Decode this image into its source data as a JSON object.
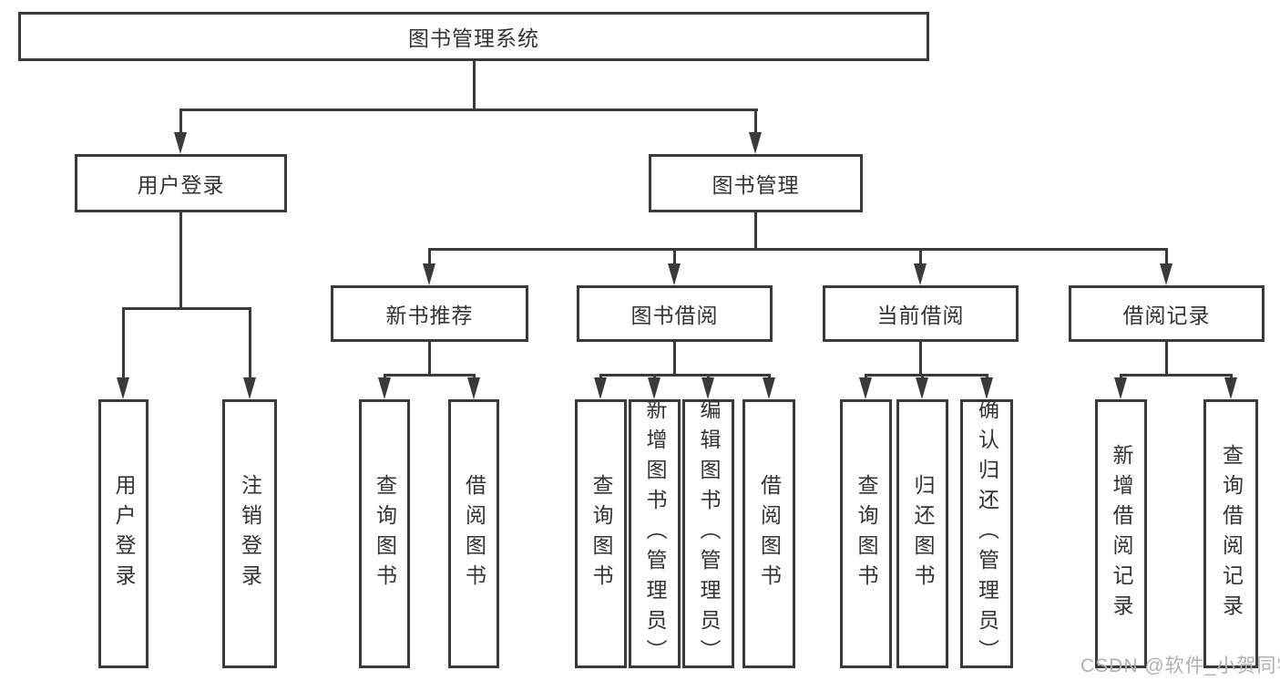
{
  "diagram": {
    "root": {
      "label": "图书管理系统"
    },
    "user_login": {
      "label": "用户登录",
      "children": [
        {
          "label": "用户登录"
        },
        {
          "label": "注销登录"
        }
      ]
    },
    "book_management": {
      "label": "图书管理",
      "sections": {
        "new_book_recommend": {
          "label": "新书推荐",
          "children": [
            {
              "label": "查询图书"
            },
            {
              "label": "借阅图书"
            }
          ]
        },
        "book_borrowing": {
          "label": "图书借阅",
          "children": [
            {
              "label": "查询图书"
            },
            {
              "label": "新增图书（管理员）"
            },
            {
              "label": "编辑图书（管理员）"
            },
            {
              "label": "借阅图书"
            }
          ]
        },
        "current_borrowing": {
          "label": "当前借阅",
          "children": [
            {
              "label": "查询图书"
            },
            {
              "label": "归还图书"
            },
            {
              "label": "确认归还（管理员）"
            }
          ]
        },
        "borrowing_records": {
          "label": "借阅记录",
          "children": [
            {
              "label": "新增借阅记录"
            },
            {
              "label": "查询借阅记录"
            }
          ]
        }
      }
    }
  },
  "watermark": {
    "text": "CSDN @软件_小贺同学"
  },
  "colors": {
    "line": "#3a3a3a",
    "text": "#333333",
    "background": "#ffffff",
    "watermark": "#b0b0b0"
  }
}
